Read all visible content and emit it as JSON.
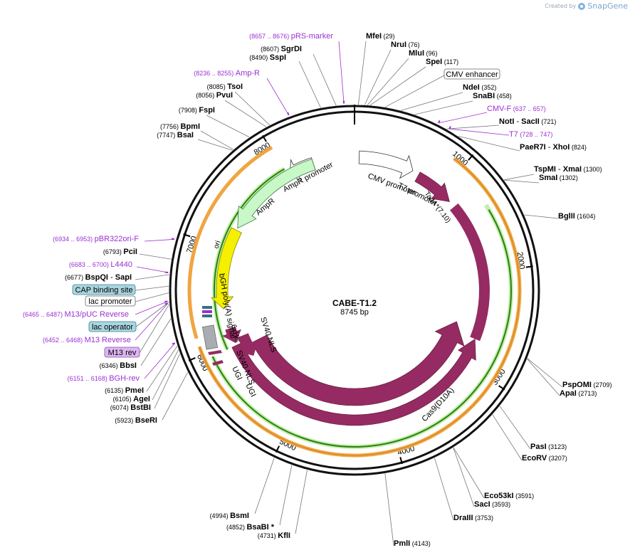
{
  "app": {
    "created_by": "Created by",
    "brand": "SnapGene",
    "brand_icon": "snapgene-logo-icon"
  },
  "map": {
    "name": "CABE-T1.2",
    "length": "8745 bp",
    "total_bp": 8745
  },
  "ticks": [
    "1000",
    "2000",
    "3000",
    "4000",
    "5000",
    "6000",
    "7000",
    "8000"
  ],
  "colors": {
    "backbone": "#111111",
    "enzyme": "#000000",
    "primer": "#9b2fd1",
    "cas9": "#952b62",
    "green_arrow": "#2d7d12",
    "orange_bar": "#f0a540",
    "ampr": "#c8f7c8",
    "ori": "#f5ef00",
    "feature_label_box": "#b8dde6"
  },
  "enzymes": [
    {
      "name": "MfeI",
      "pos": "(29)"
    },
    {
      "name": "NruI",
      "pos": "(76)"
    },
    {
      "name": "MluI",
      "pos": "(96)"
    },
    {
      "name": "SpeI",
      "pos": "(117)"
    },
    {
      "name": "NdeI",
      "pos": "(352)"
    },
    {
      "name": "SnaBI",
      "pos": "(458)"
    },
    {
      "name": "NotI",
      "sep": "-",
      "name2": "SacII",
      "pos": "(721)"
    },
    {
      "name": "PaeR7I",
      "sep": "-",
      "name2": "XhoI",
      "pos": "(824)"
    },
    {
      "name": "TspMI",
      "sep": "-",
      "name2": "XmaI",
      "pos": "(1300)"
    },
    {
      "name": "SmaI",
      "pos": "(1302)"
    },
    {
      "name": "BglII",
      "pos": "(1604)"
    },
    {
      "name": "PspOMI",
      "pos": "(2709)"
    },
    {
      "name": "ApaI",
      "pos": "(2713)"
    },
    {
      "name": "PasI",
      "pos": "(3123)"
    },
    {
      "name": "EcoRV",
      "pos": "(3207)"
    },
    {
      "name": "Eco53kI",
      "pos": "(3591)"
    },
    {
      "name": "SacI",
      "pos": "(3593)"
    },
    {
      "name": "DraIII",
      "pos": "(3753)"
    },
    {
      "name": "PmlI",
      "pos": "(4143)"
    },
    {
      "name": "SgrDI",
      "pos": "(8607)"
    },
    {
      "name": "SspI",
      "pos": "(8490)"
    },
    {
      "name": "TsoI",
      "pos": "(8085)"
    },
    {
      "name": "PvuI",
      "pos": "(8056)"
    },
    {
      "name": "FspI",
      "pos": "(7908)"
    },
    {
      "name": "BpmI",
      "pos": "(7756)"
    },
    {
      "name": "BsaI",
      "pos": "(7747)"
    },
    {
      "name": "PciI",
      "pos": "(6793)"
    },
    {
      "name": "BspQI",
      "sep": "-",
      "name2": "SapI",
      "pos": "(6677)"
    },
    {
      "name": "BbsI",
      "pos": "(6346)"
    },
    {
      "name": "PmeI",
      "pos": "(6135)"
    },
    {
      "name": "AgeI",
      "pos": "(6105)"
    },
    {
      "name": "BstBI",
      "pos": "(6074)"
    },
    {
      "name": "BseRI",
      "pos": "(5923)"
    },
    {
      "name": "BsmI",
      "pos": "(4994)"
    },
    {
      "name": "BsaBI *",
      "pos": "(4852)"
    },
    {
      "name": "KflI",
      "pos": "(4731)"
    }
  ],
  "primers": [
    {
      "name": "pRS-marker",
      "range": "(8657 .. 8676)"
    },
    {
      "name": "Amp-R",
      "range": "(8236 .. 8255)"
    },
    {
      "name": "CMV-F",
      "range": "(637 .. 657)"
    },
    {
      "name": "T7",
      "range": "(728 .. 747)"
    },
    {
      "name": "pBR322ori-F",
      "range": "(6934 .. 6953)"
    },
    {
      "name": "L4440",
      "range": "(6683 .. 6700)"
    },
    {
      "name": "M13/pUC Reverse",
      "range": "(6465 .. 6487)"
    },
    {
      "name": "M13 Reverse",
      "range": "(6452 .. 6468)"
    },
    {
      "name": "BGH-rev",
      "range": "(6151 .. 6168)"
    }
  ],
  "boxed_features": [
    {
      "name": "CMV enhancer",
      "style": "white"
    },
    {
      "name": "CAP binding site",
      "style": "blue"
    },
    {
      "name": "lac promoter",
      "style": "white"
    },
    {
      "name": "lac operator",
      "style": "blue"
    },
    {
      "name": "M13 rev",
      "style": "purple"
    }
  ],
  "inner_features": [
    "CMV promoter",
    "T7 promoter",
    "TadA*(7.10)",
    "AmpR promoter",
    "AmpR",
    "ori",
    "bGH poly(A) signal",
    "6xHis",
    "SV40 NLS",
    "SV40 NLS",
    "UGI",
    "UGI",
    "Cas9",
    "Cas9(D10A)"
  ]
}
